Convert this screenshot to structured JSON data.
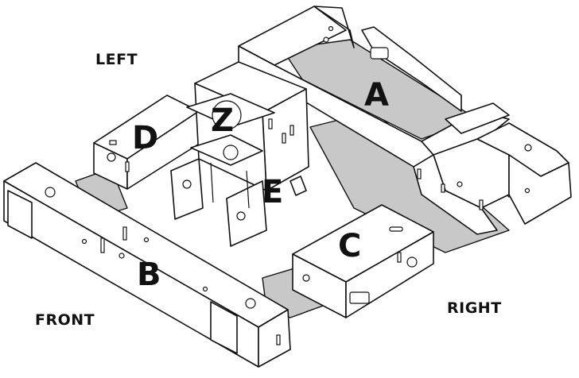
{
  "orientation": {
    "left": "LEFT",
    "front": "FRONT",
    "right": "RIGHT"
  },
  "parts": {
    "a": "A",
    "b": "B",
    "c": "C",
    "d": "D",
    "e": "E",
    "z": "Z"
  }
}
